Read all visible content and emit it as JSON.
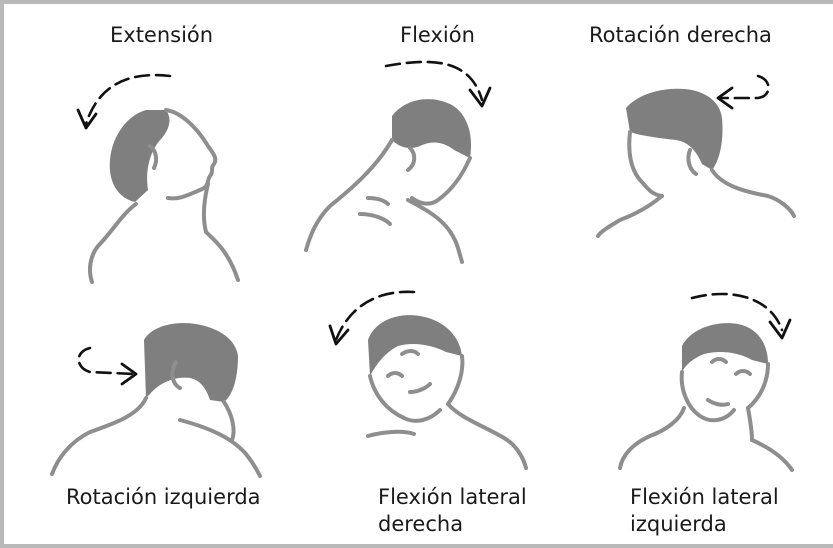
{
  "colors": {
    "border": "#b9b9b9",
    "figure_stroke": "#8e8e8e",
    "hair_fill": "#7f7f7f",
    "arrow": "#111111",
    "text": "#1a1a1a"
  },
  "panels": [
    {
      "id": "extension",
      "label": "Extensión"
    },
    {
      "id": "flexion",
      "label": "Flexión"
    },
    {
      "id": "rot_der",
      "label": "Rotación derecha"
    },
    {
      "id": "rot_izq",
      "label": "Rotación izquierda"
    },
    {
      "id": "lat_der",
      "label_line1": "Flexión lateral",
      "label_line2": "derecha"
    },
    {
      "id": "lat_izq",
      "label_line1": "Flexión lateral",
      "label_line2": "izquierda"
    }
  ]
}
